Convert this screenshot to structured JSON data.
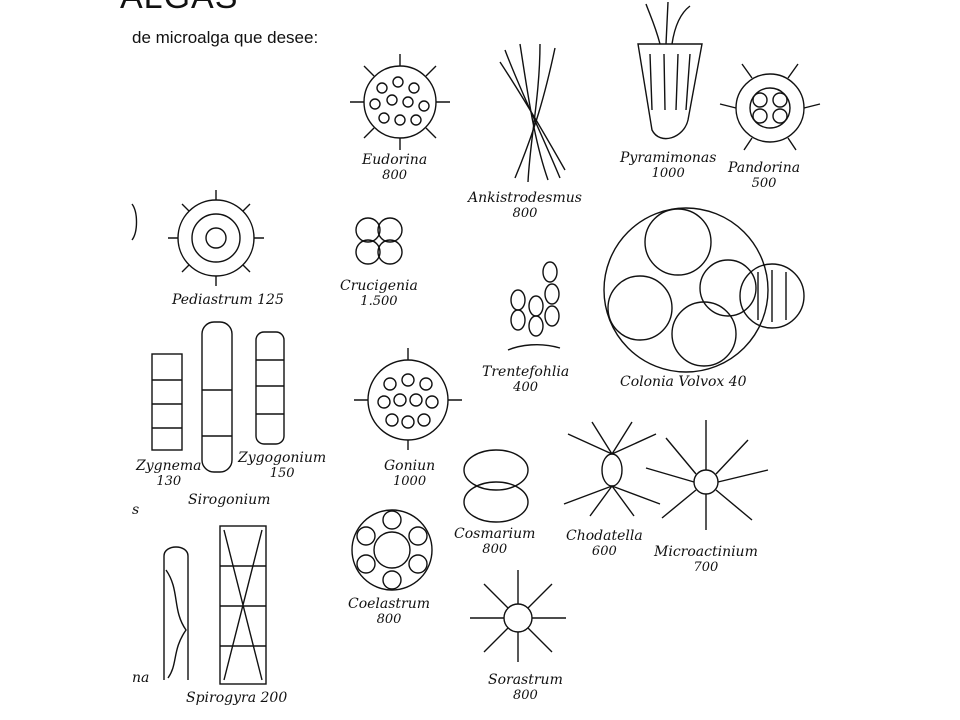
{
  "header": {
    "title": "ALGAS",
    "subtitle": "de microalga que desee:"
  },
  "organisms": [
    {
      "name": "Eudorina",
      "value": "800"
    },
    {
      "name": "Ankistrodesmus",
      "value": "800"
    },
    {
      "name": "Pyramimonas",
      "value": "1000"
    },
    {
      "name": "Pandorina",
      "value": "500"
    },
    {
      "name": "Pediastrum",
      "value": "125"
    },
    {
      "name": "Crucigenia",
      "value": "1.500"
    },
    {
      "name": "Trentefohlia",
      "value": "400"
    },
    {
      "name": "Colonia Volvox",
      "value": "40"
    },
    {
      "name": "Zygnema",
      "value": "130"
    },
    {
      "name": "Zygogonium",
      "value": "150"
    },
    {
      "name": "Sirogonium",
      "value": ""
    },
    {
      "name": "Goniun",
      "value": "1000"
    },
    {
      "name": "Cosmarium",
      "value": "800"
    },
    {
      "name": "Chodatella",
      "value": "600"
    },
    {
      "name": "Microactinium",
      "value": "700"
    },
    {
      "name": "Coelastrum",
      "value": "800"
    },
    {
      "name": "Sorastrum",
      "value": "800"
    },
    {
      "name": "Spirogyra",
      "value": "200"
    }
  ],
  "fragments": {
    "left_s": "s",
    "left_na": "na"
  },
  "colors": {
    "ink": "#111111",
    "paper": "#ffffff"
  }
}
